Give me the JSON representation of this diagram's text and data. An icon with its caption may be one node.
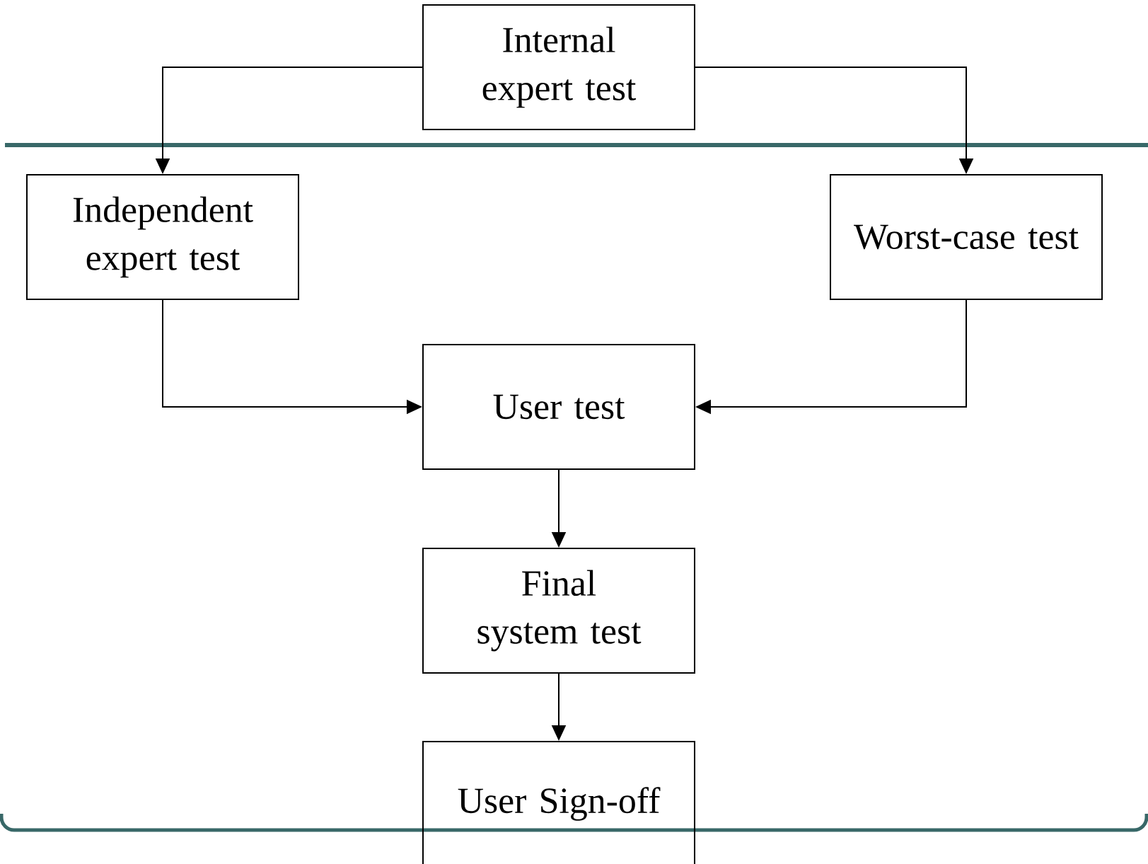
{
  "diagram": {
    "nodes": [
      {
        "text": [
          "Internal expert test"
        ]
      },
      {
        "text": [
          "Independent expert test"
        ]
      },
      {
        "text": [
          "Worst-case test"
        ]
      },
      {
        "text": [
          "User test"
        ]
      },
      {
        "text": [
          "Final system test"
        ]
      },
      {
        "text": [
          "User Sign-off"
        ]
      }
    ],
    "edges": [
      {
        "from": 0,
        "to": 1,
        "arrow": "to"
      },
      {
        "from": 0,
        "to": 2,
        "arrow": "to"
      },
      {
        "from": 1,
        "to": 3,
        "arrow": "to"
      },
      {
        "from": 2,
        "to": 3,
        "arrow": "to"
      },
      {
        "from": 3,
        "to": 4,
        "arrow": "to"
      },
      {
        "from": 4,
        "to": 5,
        "arrow": "to"
      }
    ]
  }
}
